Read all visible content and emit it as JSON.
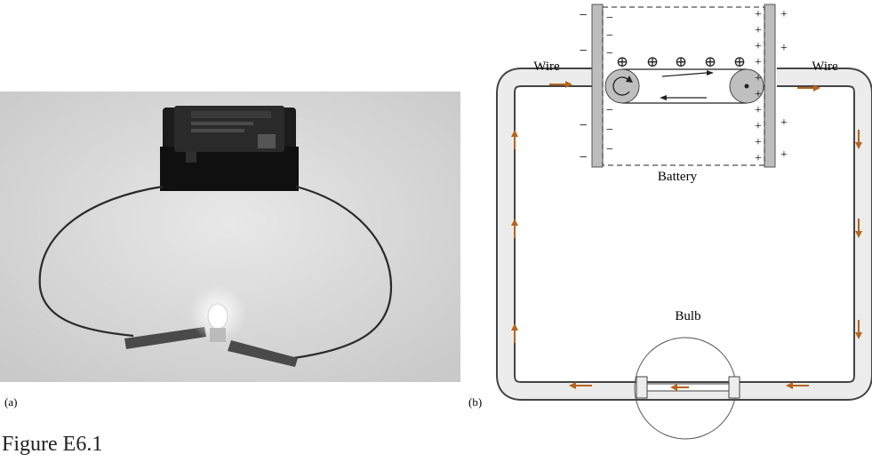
{
  "panels": {
    "a": {
      "label": "(a)"
    },
    "b": {
      "label": "(b)",
      "wire_left": "Wire",
      "wire_right": "Wire",
      "battery": "Battery",
      "bulb": "Bulb",
      "plus": "+",
      "minus": "−",
      "ion": "⊕"
    }
  },
  "caption": "Figure E6.1",
  "colors": {
    "arrow": "#b5651d",
    "wire_fill": "#e9e9e9",
    "wire_edge": "#444444",
    "plate": "#bdbdbd"
  }
}
